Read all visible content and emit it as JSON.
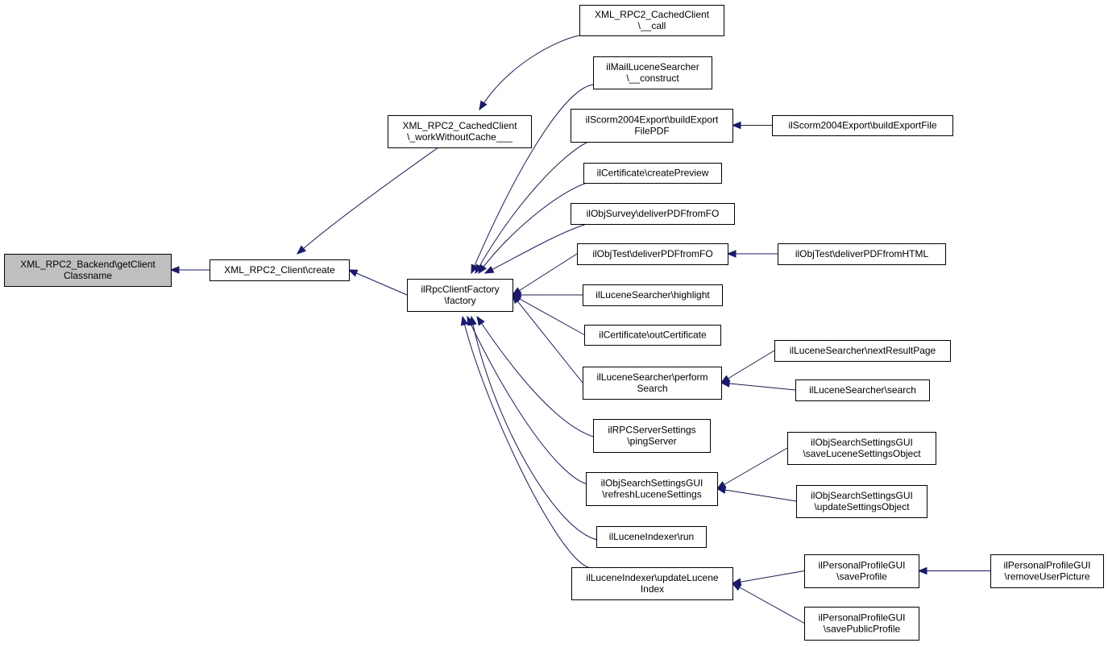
{
  "colors": {
    "edge": "#191970",
    "root_fill": "#bfbfbf",
    "node_fill": "#ffffff",
    "node_border": "#000000"
  },
  "nodes": [
    {
      "id": "backend",
      "lines": [
        "XML_RPC2_Backend\\getClient",
        "Classname"
      ],
      "root": true
    },
    {
      "id": "client_create",
      "lines": [
        "XML_RPC2_Client\\create"
      ]
    },
    {
      "id": "cached_work",
      "lines": [
        "XML_RPC2_CachedClient",
        "\\_workWithoutCache___"
      ]
    },
    {
      "id": "cached_call",
      "lines": [
        "XML_RPC2_CachedClient",
        "\\__call"
      ]
    },
    {
      "id": "factory",
      "lines": [
        "ilRpcClientFactory",
        "\\factory"
      ]
    },
    {
      "id": "mail_construct",
      "lines": [
        "ilMailLuceneSearcher",
        "\\__construct"
      ]
    },
    {
      "id": "scorm_pdf",
      "lines": [
        "ilScorm2004Export\\buildExport",
        "FilePDF"
      ]
    },
    {
      "id": "scorm_file",
      "lines": [
        "ilScorm2004Export\\buildExportFile"
      ]
    },
    {
      "id": "cert_preview",
      "lines": [
        "ilCertificate\\createPreview"
      ]
    },
    {
      "id": "survey_pdf",
      "lines": [
        "ilObjSurvey\\deliverPDFfromFO"
      ]
    },
    {
      "id": "test_fo",
      "lines": [
        "ilObjTest\\deliverPDFfromFO"
      ]
    },
    {
      "id": "test_html",
      "lines": [
        "ilObjTest\\deliverPDFfromHTML"
      ]
    },
    {
      "id": "highlight",
      "lines": [
        "ilLuceneSearcher\\highlight"
      ]
    },
    {
      "id": "cert_out",
      "lines": [
        "ilCertificate\\outCertificate"
      ]
    },
    {
      "id": "perform_search",
      "lines": [
        "ilLuceneSearcher\\perform",
        "Search"
      ]
    },
    {
      "id": "next_page",
      "lines": [
        "ilLuceneSearcher\\nextResultPage"
      ]
    },
    {
      "id": "search",
      "lines": [
        "ilLuceneSearcher\\search"
      ]
    },
    {
      "id": "ping",
      "lines": [
        "ilRPCServerSettings",
        "\\pingServer"
      ]
    },
    {
      "id": "refresh",
      "lines": [
        "ilObjSearchSettingsGUI",
        "\\refreshLuceneSettings"
      ]
    },
    {
      "id": "save_lucene",
      "lines": [
        "ilObjSearchSettingsGUI",
        "\\saveLuceneSettingsObject"
      ]
    },
    {
      "id": "update_settings",
      "lines": [
        "ilObjSearchSettingsGUI",
        "\\updateSettingsObject"
      ]
    },
    {
      "id": "indexer_run",
      "lines": [
        "ilLuceneIndexer\\run"
      ]
    },
    {
      "id": "update_index",
      "lines": [
        "ilLuceneIndexer\\updateLucene",
        "Index"
      ]
    },
    {
      "id": "save_profile",
      "lines": [
        "ilPersonalProfileGUI",
        "\\saveProfile"
      ]
    },
    {
      "id": "remove_picture",
      "lines": [
        "ilPersonalProfileGUI",
        "\\removeUserPicture"
      ]
    },
    {
      "id": "save_public",
      "lines": [
        "ilPersonalProfileGUI",
        "\\savePublicProfile"
      ]
    }
  ],
  "edges": [
    [
      "client_create",
      "backend"
    ],
    [
      "cached_work",
      "client_create"
    ],
    [
      "factory",
      "client_create"
    ],
    [
      "cached_call",
      "cached_work"
    ],
    [
      "mail_construct",
      "factory"
    ],
    [
      "scorm_pdf",
      "factory"
    ],
    [
      "cert_preview",
      "factory"
    ],
    [
      "survey_pdf",
      "factory"
    ],
    [
      "test_fo",
      "factory"
    ],
    [
      "highlight",
      "factory"
    ],
    [
      "cert_out",
      "factory"
    ],
    [
      "perform_search",
      "factory"
    ],
    [
      "ping",
      "factory"
    ],
    [
      "refresh",
      "factory"
    ],
    [
      "indexer_run",
      "factory"
    ],
    [
      "update_index",
      "factory"
    ],
    [
      "scorm_file",
      "scorm_pdf"
    ],
    [
      "test_html",
      "test_fo"
    ],
    [
      "next_page",
      "perform_search"
    ],
    [
      "search",
      "perform_search"
    ],
    [
      "save_lucene",
      "refresh"
    ],
    [
      "update_settings",
      "refresh"
    ],
    [
      "save_profile",
      "update_index"
    ],
    [
      "save_public",
      "update_index"
    ],
    [
      "remove_picture",
      "save_profile"
    ]
  ]
}
